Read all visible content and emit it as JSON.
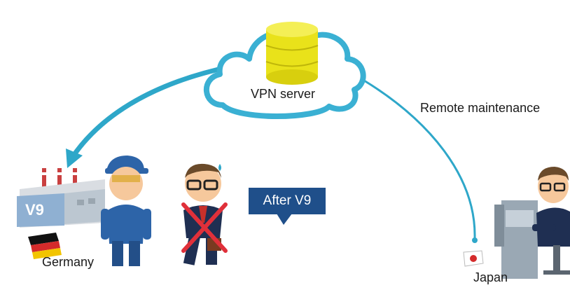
{
  "labels": {
    "vpn_server": "VPN server",
    "remote_maintenance": "Remote maintenance",
    "germany": "Germany",
    "japan": "Japan",
    "factory_badge": "V9",
    "after_v9": "After V9"
  },
  "colors": {
    "arrow": "#2ea7c9",
    "cloud_stroke": "#3ab0d3",
    "database": "#e9e21a",
    "bubble": "#1f4f8a",
    "cross": "#e0303a"
  },
  "icons": [
    "cloud-icon",
    "database-icon",
    "factory-icon",
    "germany-flag-icon",
    "japan-flag-icon",
    "worker-icon",
    "engineer-icon",
    "operator-icon"
  ]
}
